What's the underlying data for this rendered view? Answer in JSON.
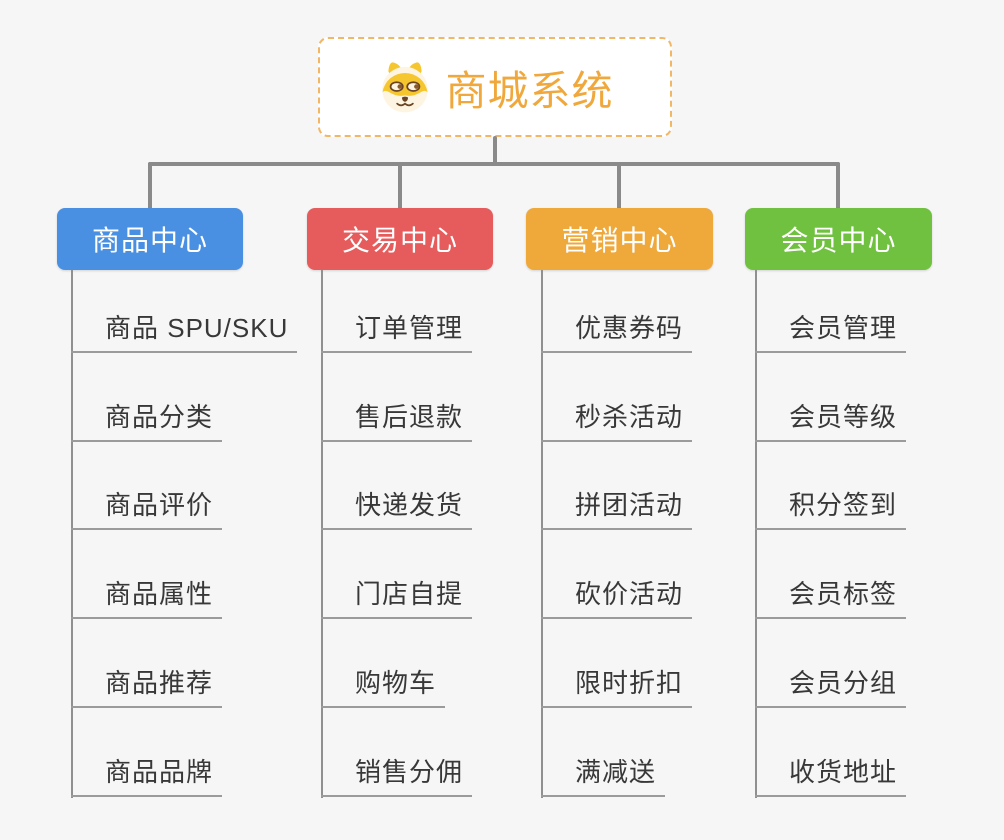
{
  "page": {
    "background_color": "#f6f6f6",
    "connector_color": "#8a8a8a",
    "child_text_color": "#383838",
    "child_line_color": "#9b9b9b"
  },
  "root": {
    "title": "商城系统",
    "icon": "dog-face-icon",
    "title_color": "#f0a83c",
    "border_color": "#f2b765"
  },
  "branches": [
    {
      "label": "商品中心",
      "color": "#4a90e2",
      "children": [
        "商品 SPU/SKU",
        "商品分类",
        "商品评价",
        "商品属性",
        "商品推荐",
        "商品品牌"
      ]
    },
    {
      "label": "交易中心",
      "color": "#e65c5c",
      "children": [
        "订单管理",
        "售后退款",
        "快递发货",
        "门店自提",
        "购物车",
        "销售分佣"
      ]
    },
    {
      "label": "营销中心",
      "color": "#efa93b",
      "children": [
        "优惠券码",
        "秒杀活动",
        "拼团活动",
        "砍价活动",
        "限时折扣",
        "满减送"
      ]
    },
    {
      "label": "会员中心",
      "color": "#6fc13f",
      "children": [
        "会员管理",
        "会员等级",
        "积分签到",
        "会员标签",
        "会员分组",
        "收货地址"
      ]
    }
  ]
}
